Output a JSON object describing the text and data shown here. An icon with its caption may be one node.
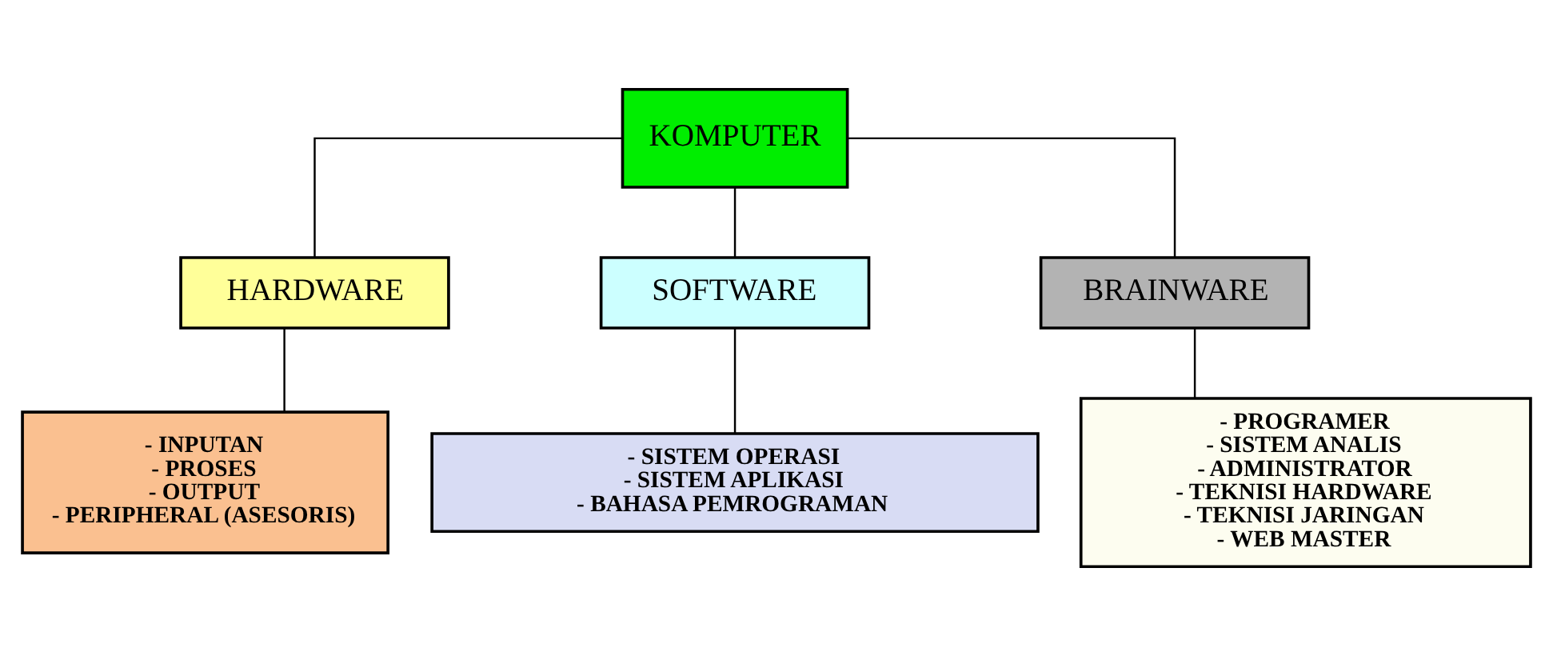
{
  "diagram": {
    "nodes": [
      {
        "text": [
          "KOMPUTER"
        ]
      },
      {
        "text": [
          "HARDWARE"
        ]
      },
      {
        "text": [
          "SOFTWARE"
        ]
      },
      {
        "text": [
          "BRAINWARE"
        ]
      },
      {
        "text": [
          "- INPUTAN",
          "- PROSES",
          "- OUTPUT",
          "- PERIPHERAL (ASESORIS)"
        ]
      },
      {
        "text": [
          "- SISTEM OPERASI",
          "- SISTEM APLIKASI",
          "- BAHASA PEMROGRAMAN"
        ]
      },
      {
        "text": [
          "- PROGRAMER",
          "- SISTEM ANALIS",
          "- ADMINISTRATOR",
          "- TEKNISI HARDWARE",
          "- TEKNISI JARINGAN",
          "- WEB MASTER"
        ]
      }
    ],
    "edges": [
      {
        "from": 0,
        "to": 1,
        "arrow": "none"
      },
      {
        "from": 0,
        "to": 2,
        "arrow": "none"
      },
      {
        "from": 0,
        "to": 3,
        "arrow": "none"
      },
      {
        "from": 1,
        "to": 4,
        "arrow": "none"
      },
      {
        "from": 2,
        "to": 5,
        "arrow": "none"
      },
      {
        "from": 3,
        "to": 6,
        "arrow": "none"
      }
    ]
  }
}
